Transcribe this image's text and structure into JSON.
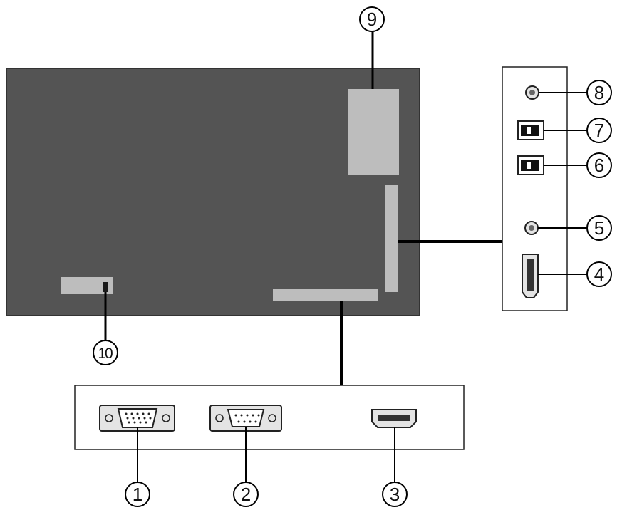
{
  "colors": {
    "tv_panel": "#545454",
    "slot": "#bdbdbd",
    "line": "#000000",
    "connector_fill": "#e4e4e4"
  },
  "callouts": [
    {
      "id": "1",
      "label": "1"
    },
    {
      "id": "2",
      "label": "2"
    },
    {
      "id": "3",
      "label": "3"
    },
    {
      "id": "4",
      "label": "4"
    },
    {
      "id": "5",
      "label": "5"
    },
    {
      "id": "6",
      "label": "6"
    },
    {
      "id": "7",
      "label": "7"
    },
    {
      "id": "8",
      "label": "8"
    },
    {
      "id": "9",
      "label": "9"
    },
    {
      "id": "10",
      "label": "10"
    }
  ]
}
